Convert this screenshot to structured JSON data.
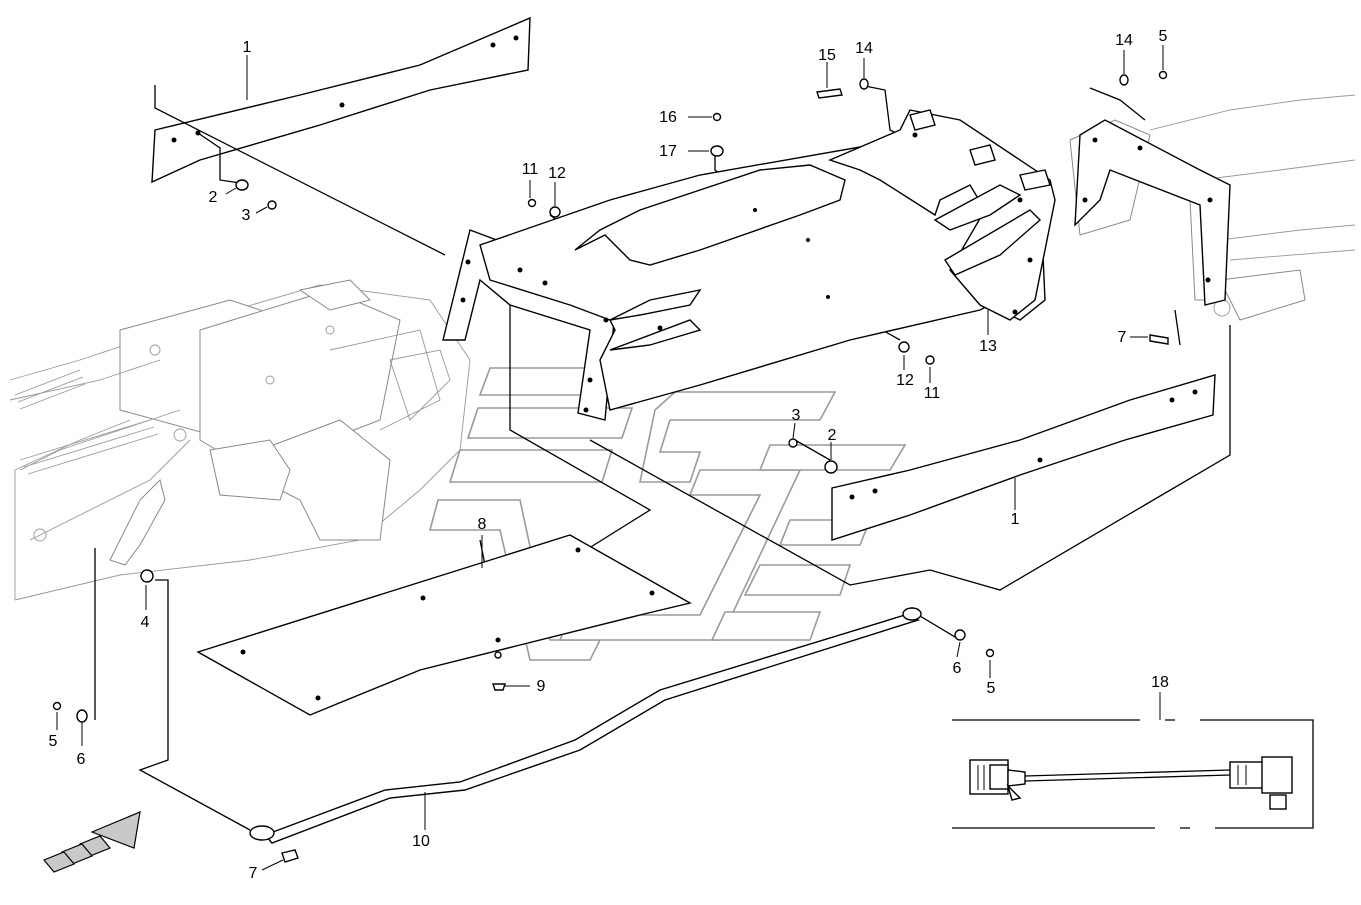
{
  "diagram": {
    "callouts": [
      {
        "id": "c1a",
        "label": "1"
      },
      {
        "id": "c2a",
        "label": "2"
      },
      {
        "id": "c3a",
        "label": "3"
      },
      {
        "id": "c11a",
        "label": "11"
      },
      {
        "id": "c12a",
        "label": "12"
      },
      {
        "id": "c16",
        "label": "16"
      },
      {
        "id": "c17",
        "label": "17"
      },
      {
        "id": "c15",
        "label": "15"
      },
      {
        "id": "c14a",
        "label": "14"
      },
      {
        "id": "c14b",
        "label": "14"
      },
      {
        "id": "c5a",
        "label": "5"
      },
      {
        "id": "c7a",
        "label": "7"
      },
      {
        "id": "c13",
        "label": "13"
      },
      {
        "id": "c12b",
        "label": "12"
      },
      {
        "id": "c11b",
        "label": "11"
      },
      {
        "id": "c3b",
        "label": "3"
      },
      {
        "id": "c2b",
        "label": "2"
      },
      {
        "id": "c1b",
        "label": "1"
      },
      {
        "id": "c8",
        "label": "8"
      },
      {
        "id": "c9",
        "label": "9"
      },
      {
        "id": "c4",
        "label": "4"
      },
      {
        "id": "c5b",
        "label": "5"
      },
      {
        "id": "c6a",
        "label": "6"
      },
      {
        "id": "c6b",
        "label": "6"
      },
      {
        "id": "c5c",
        "label": "5"
      },
      {
        "id": "c10",
        "label": "10"
      },
      {
        "id": "c7b",
        "label": "7"
      },
      {
        "id": "c18",
        "label": "18"
      }
    ]
  }
}
